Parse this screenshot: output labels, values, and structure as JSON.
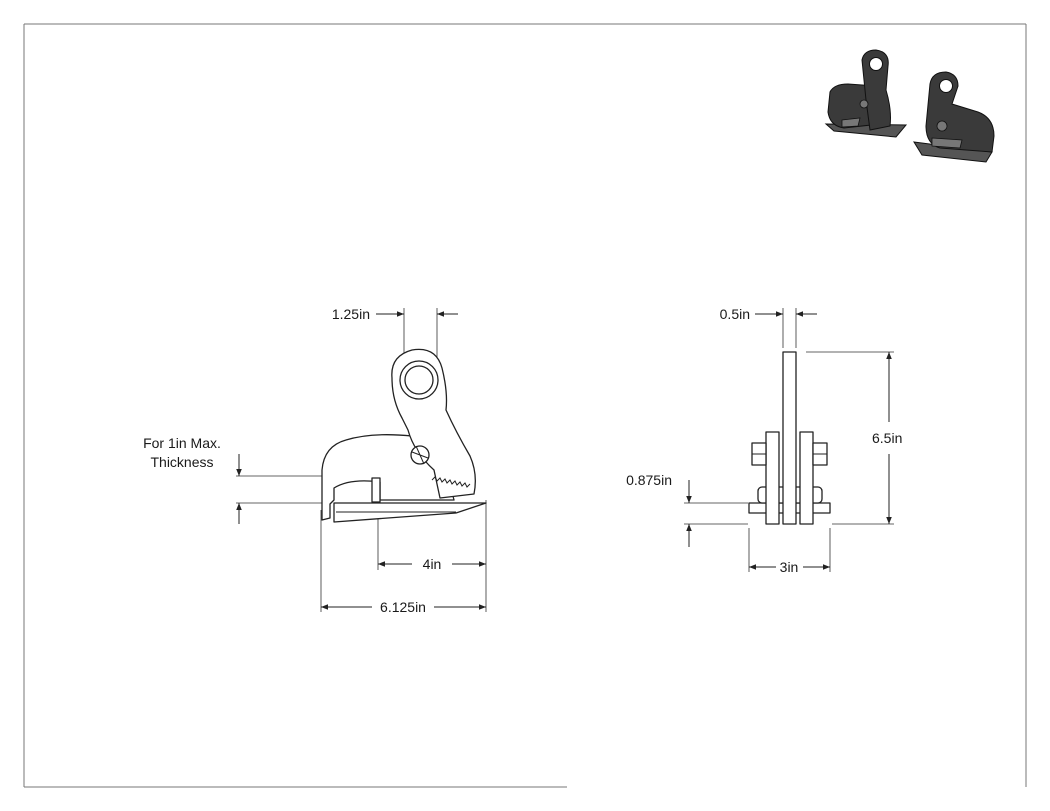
{
  "front_view": {
    "dim_eye_width": "1.25in",
    "note_line1": "For 1in Max.",
    "note_line2": "Thickness",
    "dim_jaw_length": "4in",
    "dim_overall_length": "6.125in"
  },
  "side_view": {
    "dim_plate_thickness": "0.5in",
    "dim_height": "6.5in",
    "dim_base_height": "0.875in",
    "dim_base_width": "3in"
  },
  "colors": {
    "line": "#222222",
    "shade_dark": "#3a3a3a",
    "background": "#ffffff"
  }
}
